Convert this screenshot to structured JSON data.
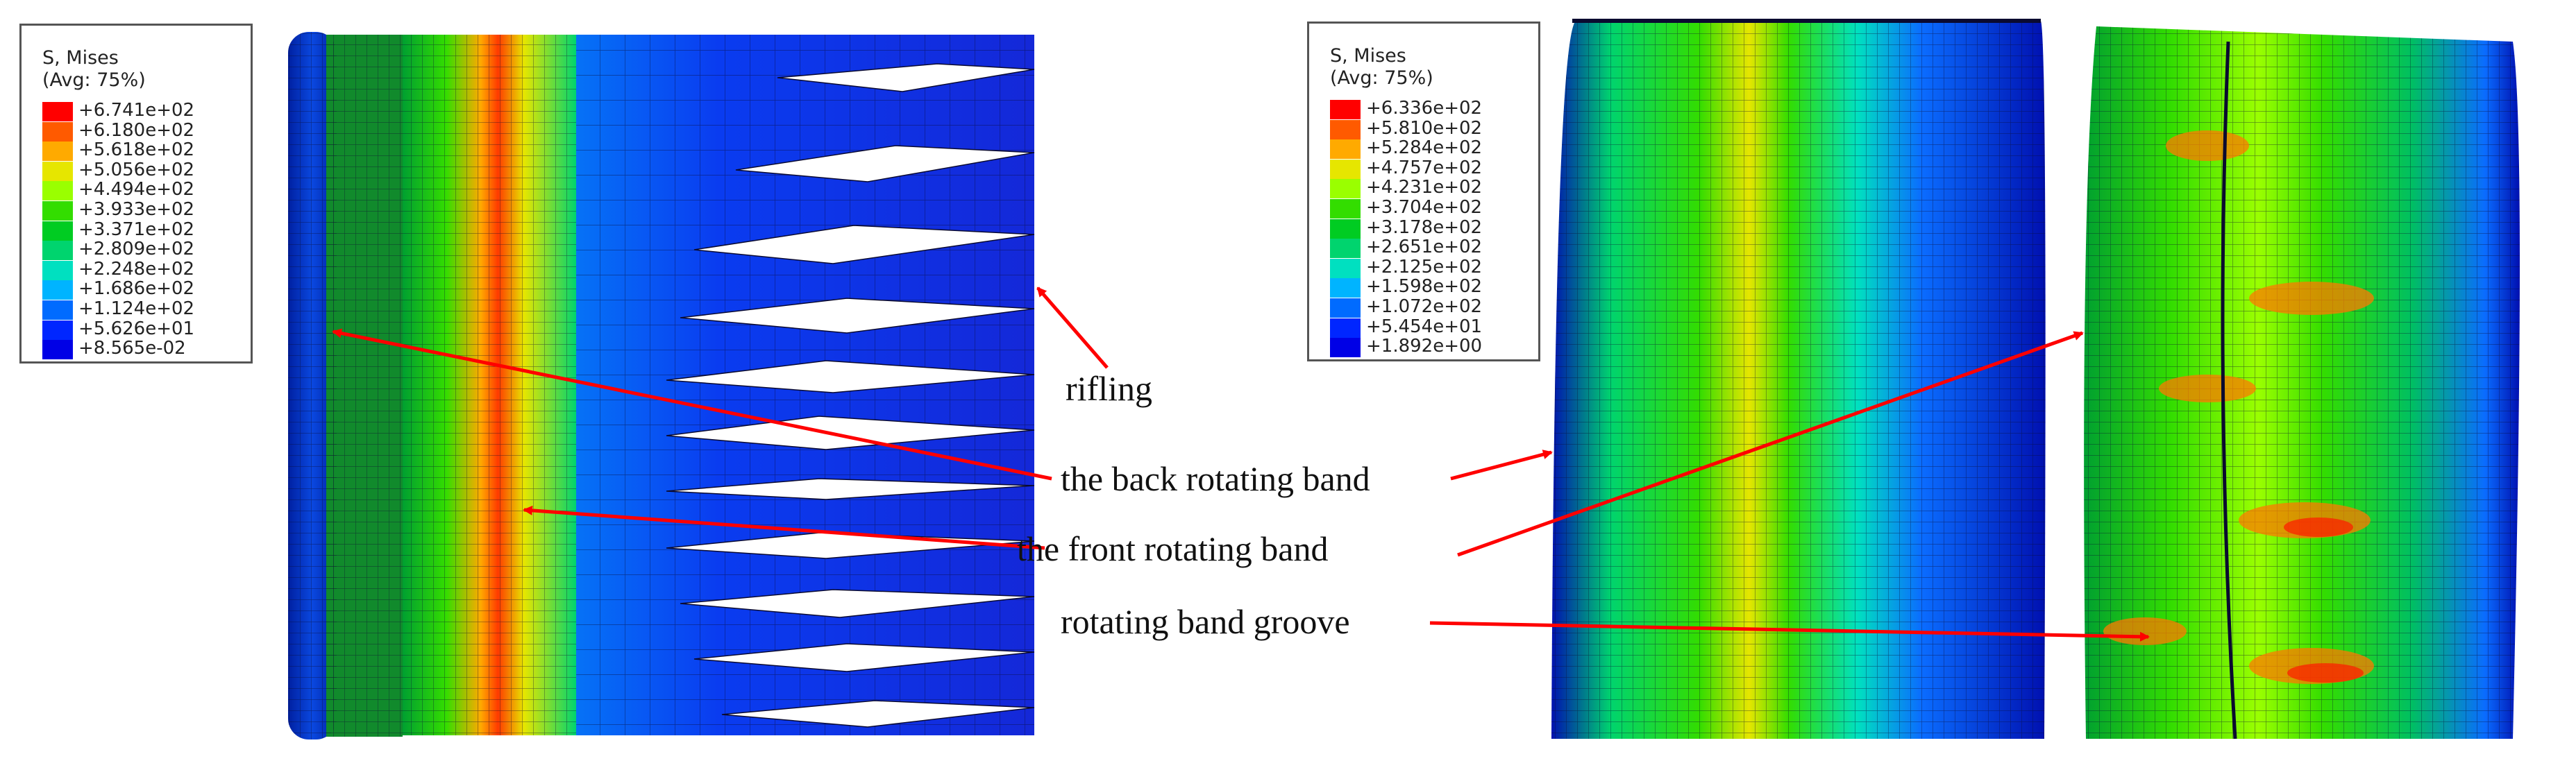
{
  "legend_left": {
    "title_line1": "S, Mises",
    "title_line2": "(Avg: 75%)",
    "entries": [
      {
        "value": "+6.741e+02",
        "color": "#ff0000"
      },
      {
        "value": "+6.180e+02",
        "color": "#ff5a00"
      },
      {
        "value": "+5.618e+02",
        "color": "#ffaa00"
      },
      {
        "value": "+5.056e+02",
        "color": "#e6e600"
      },
      {
        "value": "+4.494e+02",
        "color": "#9aff00"
      },
      {
        "value": "+3.933e+02",
        "color": "#33dd00"
      },
      {
        "value": "+3.371e+02",
        "color": "#00cc22"
      },
      {
        "value": "+2.809e+02",
        "color": "#00d46e"
      },
      {
        "value": "+2.248e+02",
        "color": "#00e0c0"
      },
      {
        "value": "+1.686e+02",
        "color": "#00b4ff"
      },
      {
        "value": "+1.124e+02",
        "color": "#006bff"
      },
      {
        "value": "+5.626e+01",
        "color": "#0026ff"
      },
      {
        "value": "+8.565e-02",
        "color": "#0000e6"
      }
    ]
  },
  "legend_right": {
    "title_line1": "S, Mises",
    "title_line2": "(Avg: 75%)",
    "entries": [
      {
        "value": "+6.336e+02",
        "color": "#ff0000"
      },
      {
        "value": "+5.810e+02",
        "color": "#ff5a00"
      },
      {
        "value": "+5.284e+02",
        "color": "#ffaa00"
      },
      {
        "value": "+4.757e+02",
        "color": "#e6e600"
      },
      {
        "value": "+4.231e+02",
        "color": "#9aff00"
      },
      {
        "value": "+3.704e+02",
        "color": "#33dd00"
      },
      {
        "value": "+3.178e+02",
        "color": "#00cc22"
      },
      {
        "value": "+2.651e+02",
        "color": "#00d46e"
      },
      {
        "value": "+2.125e+02",
        "color": "#00e0c0"
      },
      {
        "value": "+1.598e+02",
        "color": "#00b4ff"
      },
      {
        "value": "+1.072e+02",
        "color": "#006bff"
      },
      {
        "value": "+5.454e+01",
        "color": "#0026ff"
      },
      {
        "value": "+1.892e+00",
        "color": "#0000e6"
      }
    ]
  },
  "labels": {
    "rifling": "rifling",
    "back_band": "the back rotating band",
    "front_band": "the front rotating band",
    "groove": "rotating band groove"
  },
  "colors": {
    "arrow": "#ff0000",
    "mesh_line": "#0a0a30",
    "background": "#ffffff"
  }
}
